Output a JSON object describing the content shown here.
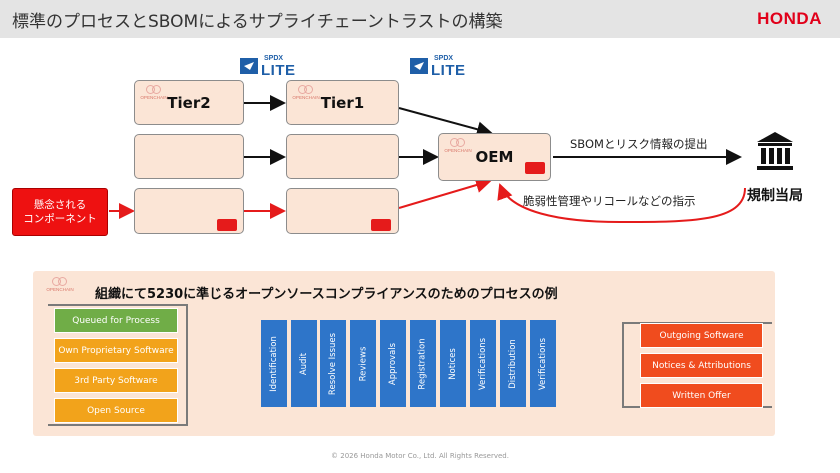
{
  "header": {
    "title": "標準のプロセスとSBOMによるサプライチェーントラストの構築",
    "logo": "HONDA"
  },
  "spdx_badge": {
    "top": "SPDX",
    "main": "LITE"
  },
  "openchain_badge": "OPENCHAIN",
  "tiers": {
    "tier2": "Tier2",
    "tier1": "Tier1",
    "oem": "OEM"
  },
  "concern_box": {
    "line1": "懸念される",
    "line2": "コンポーネント"
  },
  "flows": {
    "sbom_label": "SBOMとリスク情報の提出",
    "instruction_label": "脆弱性管理やリコールなどの指示",
    "regulator_label": "規制当局"
  },
  "process_panel": {
    "title": "組織にて5230に準じるオープンソースコンプライアンスのためのプロセスの例",
    "inputs": [
      "Queued for Process",
      "Own Proprietary Software",
      "3rd Party Software",
      "Open Source"
    ],
    "steps": [
      "Identification",
      "Audit",
      "Resolve Issues",
      "Reviews",
      "Approvals",
      "Registration",
      "Notices",
      "Verifications",
      "Distribution",
      "Verifications"
    ],
    "outputs": [
      "Outgoing Software",
      "Notices & Attributions",
      "Written Offer"
    ]
  },
  "colors": {
    "accent_red": "#e1001a",
    "tier_box": "#fbe5d6",
    "step_blue": "#2e75c9",
    "input_green": "#70ad47",
    "input_orange": "#f2a31b",
    "output_orange": "#f04c1e"
  },
  "footer": {
    "copyright": "© 2026 Honda Motor Co., Ltd. All Rights Reserved."
  }
}
